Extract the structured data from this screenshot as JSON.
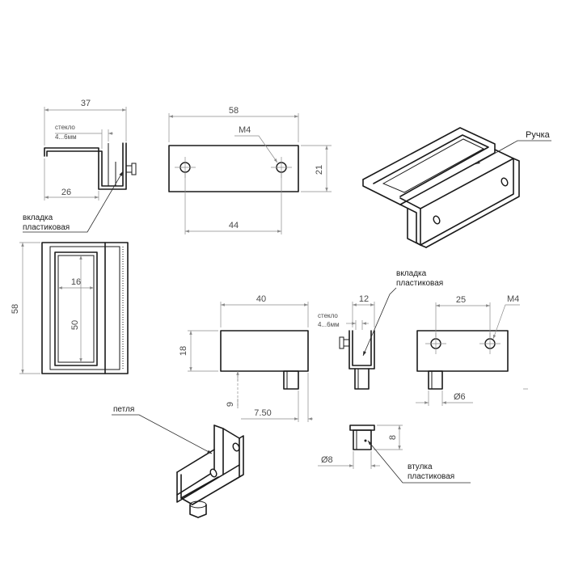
{
  "handle_view": {
    "overall_width": "37",
    "glass_label": "стекло",
    "glass_range": "4...6мм",
    "inner_width": "26",
    "insert_label_line1": "вкладка",
    "insert_label_line2": "пластиковая"
  },
  "front_view": {
    "length": "58",
    "thread": "M4",
    "height": "21",
    "hole_spacing": "44"
  },
  "side_view": {
    "height": "58",
    "window_width": "16",
    "window_height": "50"
  },
  "iso_handle": {
    "label": "Ручка"
  },
  "hinge_front": {
    "width": "40",
    "height": "18",
    "pin_length": "9",
    "pin_offset": "7.50"
  },
  "hinge_side": {
    "width": "12",
    "glass_label": "стекло",
    "glass_range": "4...6мм",
    "insert_label_line1": "вкладка",
    "insert_label_line2": "пластиковая"
  },
  "hinge_top": {
    "hole_spacing": "25",
    "thread": "M4",
    "pin_diameter": "Ø6"
  },
  "hinge_iso": {
    "label": "петля"
  },
  "bushing": {
    "diameter": "Ø8",
    "height": "8",
    "label_line1": "втулка",
    "label_line2": "пластиковая"
  }
}
